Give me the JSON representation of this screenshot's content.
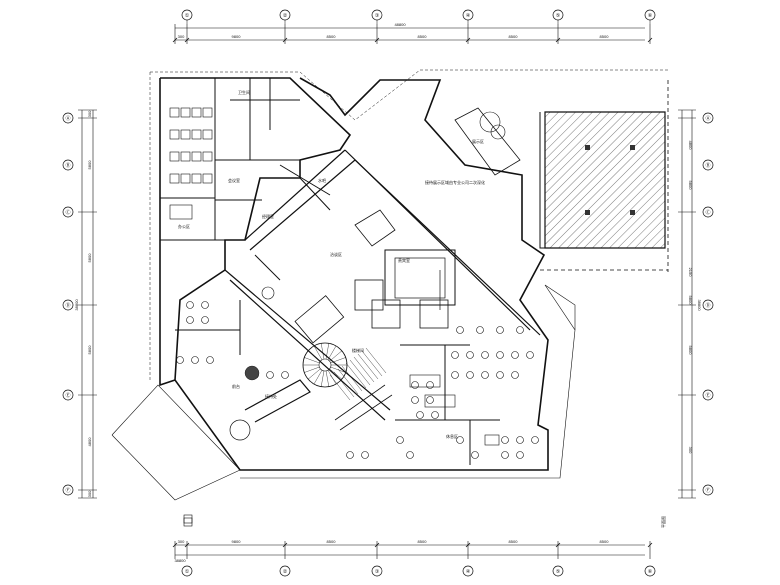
{
  "drawing": {
    "axes_top": [
      "①",
      "②",
      "③",
      "④",
      "⑤",
      "⑥"
    ],
    "axes_bottom": [
      "①",
      "②",
      "③",
      "④",
      "⑤",
      "⑥"
    ],
    "axes_left": [
      "Ⓐ",
      "Ⓑ",
      "Ⓒ",
      "Ⓓ",
      "Ⓔ",
      "Ⓕ"
    ],
    "axes_right": [
      "Ⓐ",
      "Ⓑ",
      "Ⓒ",
      "Ⓓ",
      "Ⓔ",
      "Ⓕ"
    ],
    "dims_top_total": "48800",
    "dims_top_segments": [
      "300",
      "9800",
      "8500",
      "8500",
      "8500",
      "8500"
    ],
    "dims_bottom_total": "38800",
    "dims_bottom_segments": [
      "300",
      "9800",
      "8500",
      "8500",
      "8500",
      "8500"
    ],
    "dims_left_total": "38800",
    "dims_left_segments": [
      "300",
      "5800",
      "5800",
      "5800",
      "4800",
      "300"
    ],
    "dims_right_total": "38800",
    "dims_right_segments": [
      "4800",
      "5800",
      "2150",
      "5800",
      "5800",
      "300"
    ],
    "room_main_title": "接待展示区域由专业公司二次深化",
    "room_labels": [
      "卫生间",
      "会议室",
      "办公区",
      "经理室",
      "洽谈区",
      "展示区",
      "休息区",
      "前台",
      "接待处",
      "贵宾室",
      "水吧",
      "楼梯间"
    ],
    "sheet_note": "平面图"
  }
}
